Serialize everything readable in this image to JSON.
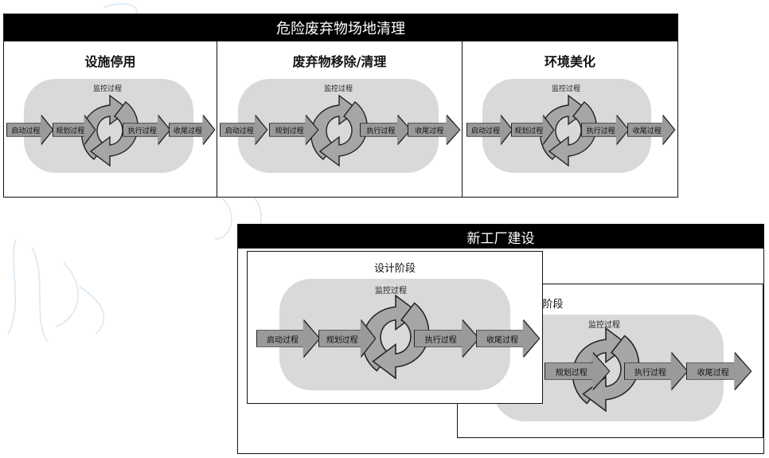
{
  "top_panel": {
    "title": "危险废弃物场地清理",
    "sections": [
      {
        "title": "设施停用",
        "monitor": "监控过程",
        "start": "启动过程",
        "plan": "规划过程",
        "exec": "执行过程",
        "close": "收尾过程"
      },
      {
        "title": "废弃物移除/清理",
        "monitor": "监控过程",
        "start": "启动过程",
        "plan": "规划过程",
        "exec": "执行过程",
        "close": "收尾过程"
      },
      {
        "title": "环境美化",
        "monitor": "监控过程",
        "start": "启动过程",
        "plan": "规划过程",
        "exec": "执行过程",
        "close": "收尾过程"
      }
    ]
  },
  "bottom_panel": {
    "title": "新工厂建设",
    "design": {
      "title": "设计阶段",
      "monitor": "监控过程",
      "start": "启动过程",
      "plan": "规划过程",
      "exec": "执行过程",
      "close": "收尾过程"
    },
    "construction": {
      "title": "施工阶段",
      "monitor": "监控过程",
      "plan": "规划过程",
      "exec": "执行过程",
      "close": "收尾过程"
    }
  },
  "colors": {
    "arrow_fill": "#9a9a9a",
    "cycle_fill": "#a6a6a6",
    "bg_fill": "#d9d9d9",
    "watermark": "#cfe3f2"
  }
}
